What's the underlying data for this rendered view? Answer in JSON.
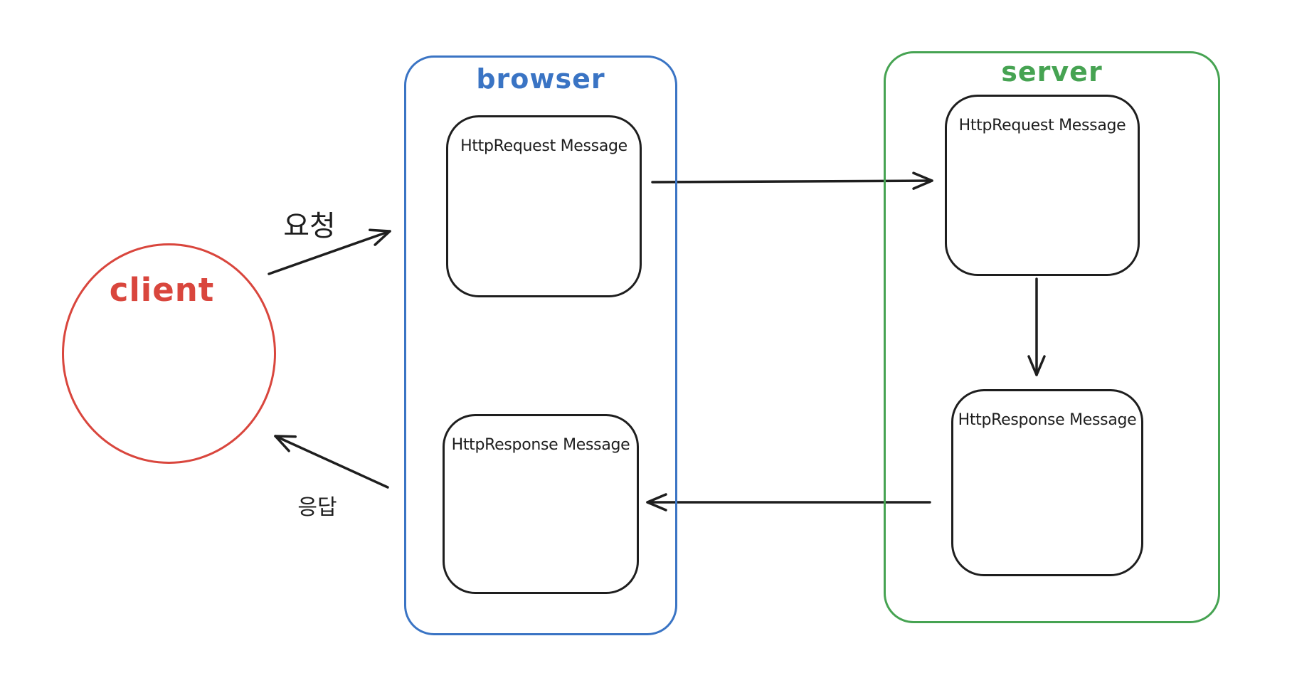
{
  "diagram": {
    "client": {
      "label": "client"
    },
    "browser": {
      "label": "browser",
      "request_box": {
        "label": "HttpRequest Message"
      },
      "response_box": {
        "label": "HttpResponse Message"
      }
    },
    "server": {
      "label": "server",
      "request_box": {
        "label": "HttpRequest Message"
      },
      "response_box": {
        "label": "HttpResponse Message"
      }
    },
    "flows": {
      "request_label": "요청",
      "response_label": "응답"
    }
  },
  "colors": {
    "client": "#d9463d",
    "browser": "#3a74c4",
    "server": "#46a352",
    "ink": "#1e1e1e",
    "background": "#ffffff"
  }
}
